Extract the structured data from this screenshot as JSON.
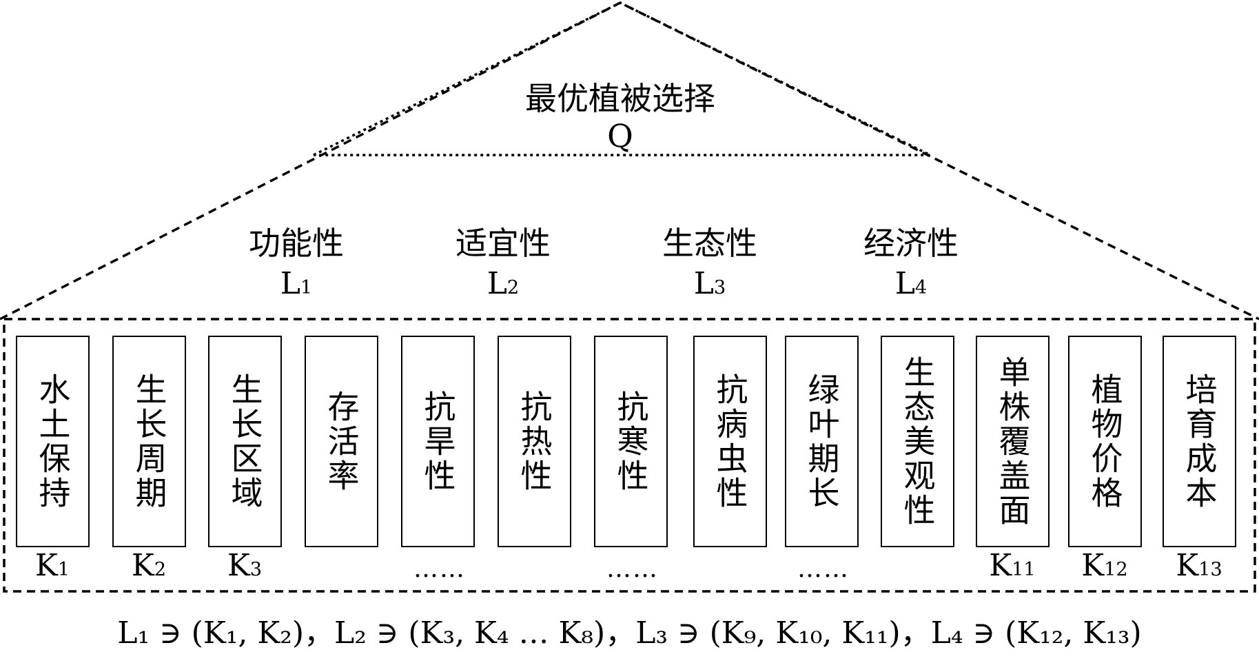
{
  "goal": {
    "title": "最优植被选择",
    "symbol": "Q"
  },
  "criteria": [
    {
      "name": "功能性",
      "symbol": "L",
      "sub": "1"
    },
    {
      "name": "适宜性",
      "symbol": "L",
      "sub": "2"
    },
    {
      "name": "生态性",
      "symbol": "L",
      "sub": "3"
    },
    {
      "name": "经济性",
      "symbol": "L",
      "sub": "4"
    }
  ],
  "indicators": [
    {
      "label": "水土保持"
    },
    {
      "label": "生长周期"
    },
    {
      "label": "生长区域"
    },
    {
      "label": "存活率"
    },
    {
      "label": "抗旱性"
    },
    {
      "label": "抗热性"
    },
    {
      "label": "抗寒性"
    },
    {
      "label": "抗病虫性"
    },
    {
      "label": "绿叶期长"
    },
    {
      "label": "生态美观性"
    },
    {
      "label": "单株覆盖面"
    },
    {
      "label": "植物价格"
    },
    {
      "label": "培育成本"
    }
  ],
  "indicator_symbols": [
    {
      "symbol": "K",
      "sub": "1"
    },
    {
      "symbol": "K",
      "sub": "2"
    },
    {
      "symbol": "K",
      "sub": "3"
    },
    {
      "symbol": "K",
      "sub": "11"
    },
    {
      "symbol": "K",
      "sub": "12"
    },
    {
      "symbol": "K",
      "sub": "13"
    }
  ],
  "ellipsis": [
    "……",
    "……",
    "……"
  ],
  "formula": "L₁ ∋ (K₁, K₂)，L₂ ∋ (K₃, K₄ … K₈)，L₃ ∋ (K₉, K₁₀, K₁₁)，L₄ ∋ (K₁₂, K₁₃)"
}
